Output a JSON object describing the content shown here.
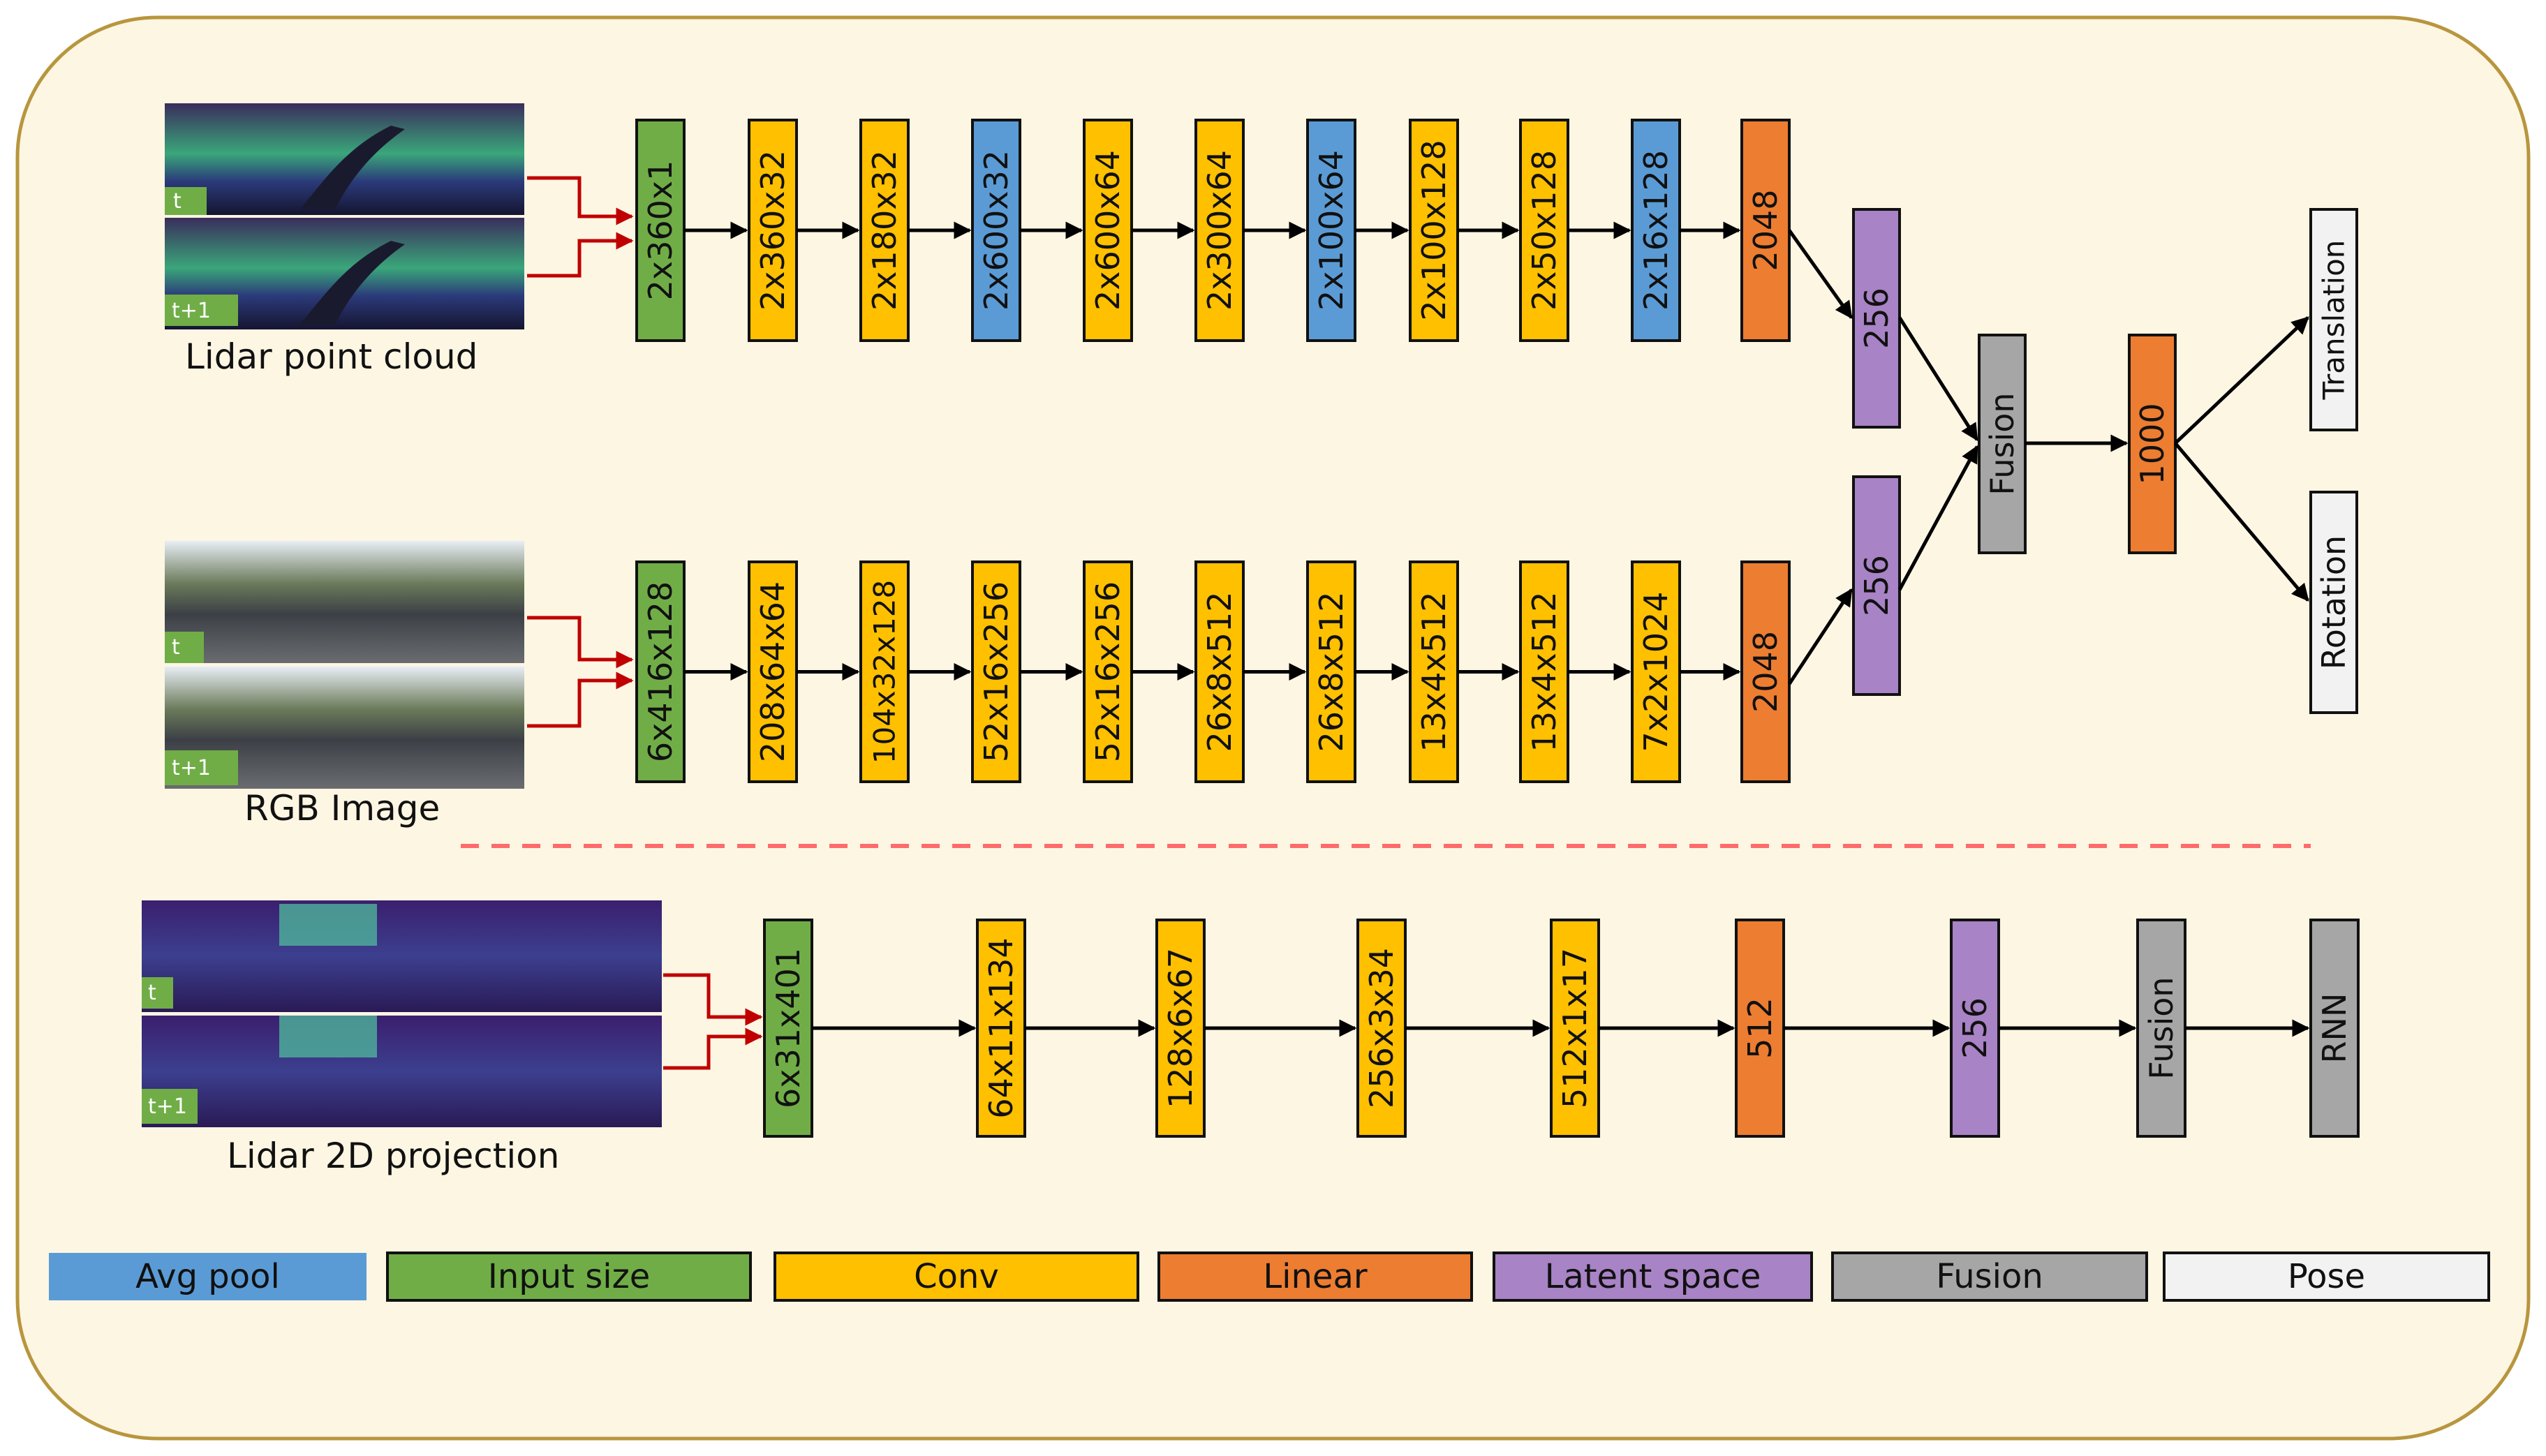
{
  "colors": {
    "avgpool": "#5b9bd5",
    "input": "#70ad47",
    "conv": "#ffc000",
    "linear": "#ed7d31",
    "latent": "#a883c5",
    "fusion": "#a6a6a6",
    "pose": "#f2f2f2",
    "background": "#fdf6e3",
    "border": "#b8963e",
    "red_arrow": "#c00000",
    "dashed": "#ff6b6b"
  },
  "inputs": {
    "lidar_point_cloud": {
      "caption": "Lidar point cloud",
      "tag_t": "t",
      "tag_t1": "t+1"
    },
    "rgb_image": {
      "caption": "RGB Image",
      "tag_t": "t",
      "tag_t1": "t+1"
    },
    "lidar_2d_projection": {
      "caption": "Lidar 2D projection",
      "tag_t": "t",
      "tag_t1": "t+1"
    }
  },
  "rows": {
    "lidar": [
      {
        "label": "2x360x1",
        "kind": "input"
      },
      {
        "label": "2x360x32",
        "kind": "conv"
      },
      {
        "label": "2x180x32",
        "kind": "conv"
      },
      {
        "label": "2x600x32",
        "kind": "avgpool"
      },
      {
        "label": "2x600x64",
        "kind": "conv"
      },
      {
        "label": "2x300x64",
        "kind": "conv"
      },
      {
        "label": "2x100x64",
        "kind": "avgpool"
      },
      {
        "label": "2x100x128",
        "kind": "conv"
      },
      {
        "label": "2x50x128",
        "kind": "conv"
      },
      {
        "label": "2x16x128",
        "kind": "avgpool"
      },
      {
        "label": "2048",
        "kind": "linear"
      }
    ],
    "rgb": [
      {
        "label": "6x416x128",
        "kind": "input"
      },
      {
        "label": "208x64x64",
        "kind": "conv"
      },
      {
        "label": "104x32x128",
        "kind": "conv"
      },
      {
        "label": "52x16x256",
        "kind": "conv"
      },
      {
        "label": "52x16x256",
        "kind": "conv"
      },
      {
        "label": "26x8x512",
        "kind": "conv"
      },
      {
        "label": "26x8x512",
        "kind": "conv"
      },
      {
        "label": "13x4x512",
        "kind": "conv"
      },
      {
        "label": "13x4x512",
        "kind": "conv"
      },
      {
        "label": "7x2x1024",
        "kind": "conv"
      },
      {
        "label": "2048",
        "kind": "linear"
      }
    ],
    "projection": [
      {
        "label": "6x31x401",
        "kind": "input"
      },
      {
        "label": "64x11x134",
        "kind": "conv"
      },
      {
        "label": "128x6x67",
        "kind": "conv"
      },
      {
        "label": "256x3x34",
        "kind": "conv"
      },
      {
        "label": "512x1x17",
        "kind": "conv"
      },
      {
        "label": "512",
        "kind": "linear"
      },
      {
        "label": "256",
        "kind": "latent"
      },
      {
        "label": "Fusion",
        "kind": "fusion"
      },
      {
        "label": "RNN",
        "kind": "fusion"
      }
    ]
  },
  "head": {
    "latent_lidar": {
      "label": "256",
      "kind": "latent"
    },
    "latent_rgb": {
      "label": "256",
      "kind": "latent"
    },
    "fusion": {
      "label": "Fusion",
      "kind": "fusion"
    },
    "linear": {
      "label": "1000",
      "kind": "linear"
    },
    "translation": {
      "label": "Translation",
      "kind": "pose"
    },
    "rotation": {
      "label": "Rotation",
      "kind": "pose"
    }
  },
  "legend": [
    {
      "label": "Avg pool",
      "kind": "avgpool"
    },
    {
      "label": "Input size",
      "kind": "input"
    },
    {
      "label": "Conv",
      "kind": "conv"
    },
    {
      "label": "Linear",
      "kind": "linear"
    },
    {
      "label": "Latent space",
      "kind": "latent"
    },
    {
      "label": "Fusion",
      "kind": "fusion"
    },
    {
      "label": "Pose",
      "kind": "pose"
    }
  ]
}
